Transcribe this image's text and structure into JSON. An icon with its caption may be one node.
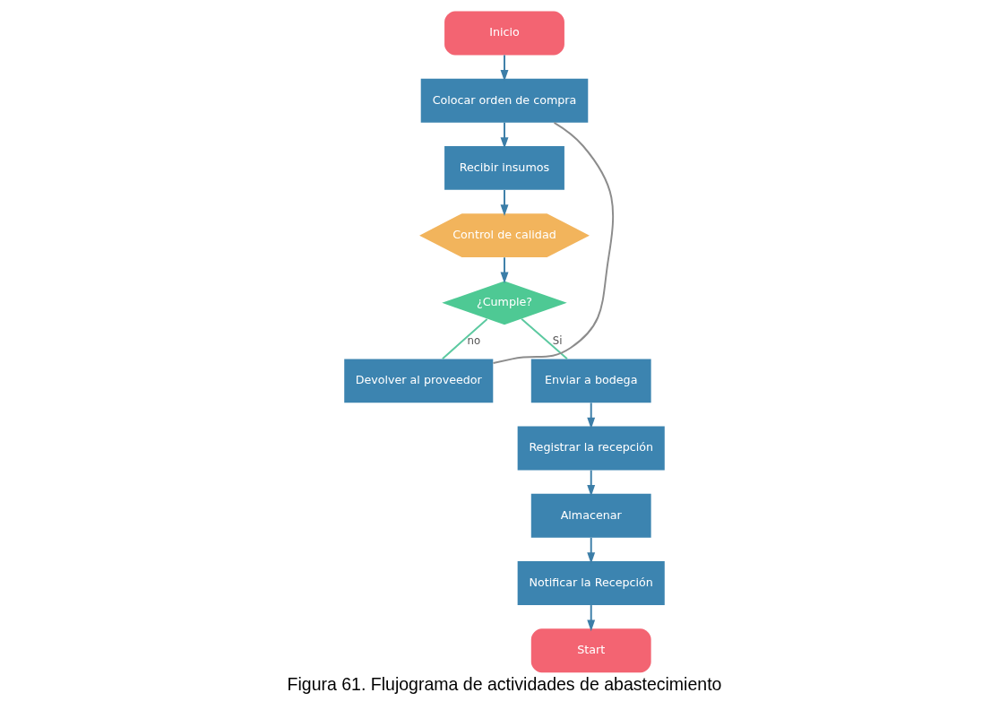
{
  "diagram": {
    "caption": "Figura 61. Flujograma de actividades de abastecimiento",
    "nodes": [
      {
        "text": [
          "Inicio"
        ]
      },
      {
        "text": [
          "Colocar orden de compra"
        ]
      },
      {
        "text": [
          "Recibir insumos"
        ]
      },
      {
        "text": [
          "Control de calidad"
        ]
      },
      {
        "text": [
          "¿Cumple?"
        ]
      },
      {
        "text": [
          "Devolver al proveedor"
        ]
      },
      {
        "text": [
          "Enviar a bodega"
        ]
      },
      {
        "text": [
          "Registrar la recepción"
        ]
      },
      {
        "text": [
          "Almacenar"
        ]
      },
      {
        "text": [
          "Notificar la Recepción"
        ]
      },
      {
        "text": [
          "Start"
        ]
      }
    ],
    "edges": [
      {
        "from": 0,
        "to": 1,
        "arrow": "to"
      },
      {
        "from": 1,
        "to": 2,
        "arrow": "to"
      },
      {
        "from": 2,
        "to": 3,
        "arrow": "to"
      },
      {
        "from": 3,
        "to": 4,
        "arrow": "to"
      },
      {
        "from": 4,
        "to": 6,
        "arrow": "none",
        "label": "Si",
        "color": "#5cc9a0"
      },
      {
        "from": 4,
        "to": 5,
        "arrow": "none",
        "label": "no",
        "color": "#5cc9a0"
      },
      {
        "from": 5,
        "to": 1,
        "arrow": "none",
        "color": "#8c8c8c"
      },
      {
        "from": 6,
        "to": 7,
        "arrow": "to"
      },
      {
        "from": 7,
        "to": 8,
        "arrow": "to"
      },
      {
        "from": 8,
        "to": 9,
        "arrow": "to"
      },
      {
        "from": 9,
        "to": 10,
        "arrow": "to"
      }
    ]
  }
}
